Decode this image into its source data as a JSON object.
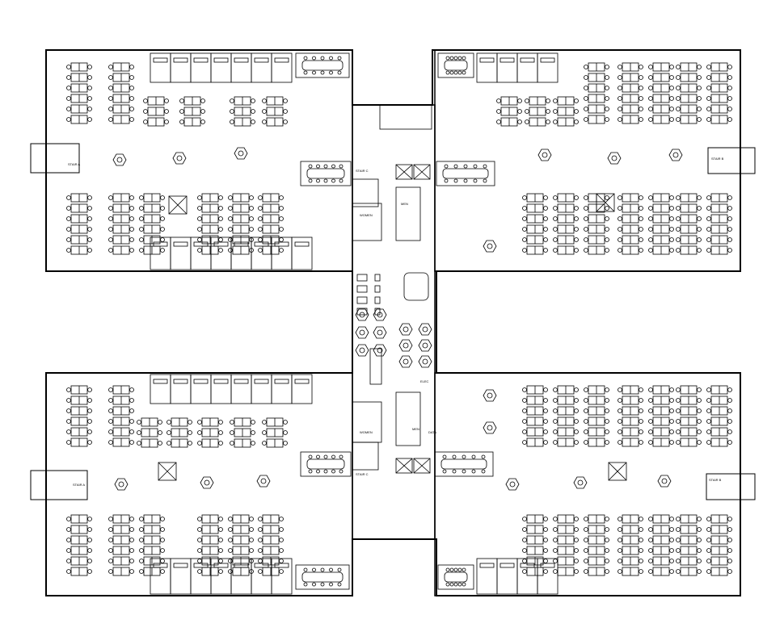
{
  "floor_plan": {
    "stair_labels": [
      "STAIR A",
      "STAIR B",
      "STAIR C"
    ],
    "room_labels": [
      "WOMEN",
      "MEN",
      "ELEC",
      "DATA"
    ],
    "colors": {
      "line": "#000000",
      "background": "#ffffff"
    }
  }
}
